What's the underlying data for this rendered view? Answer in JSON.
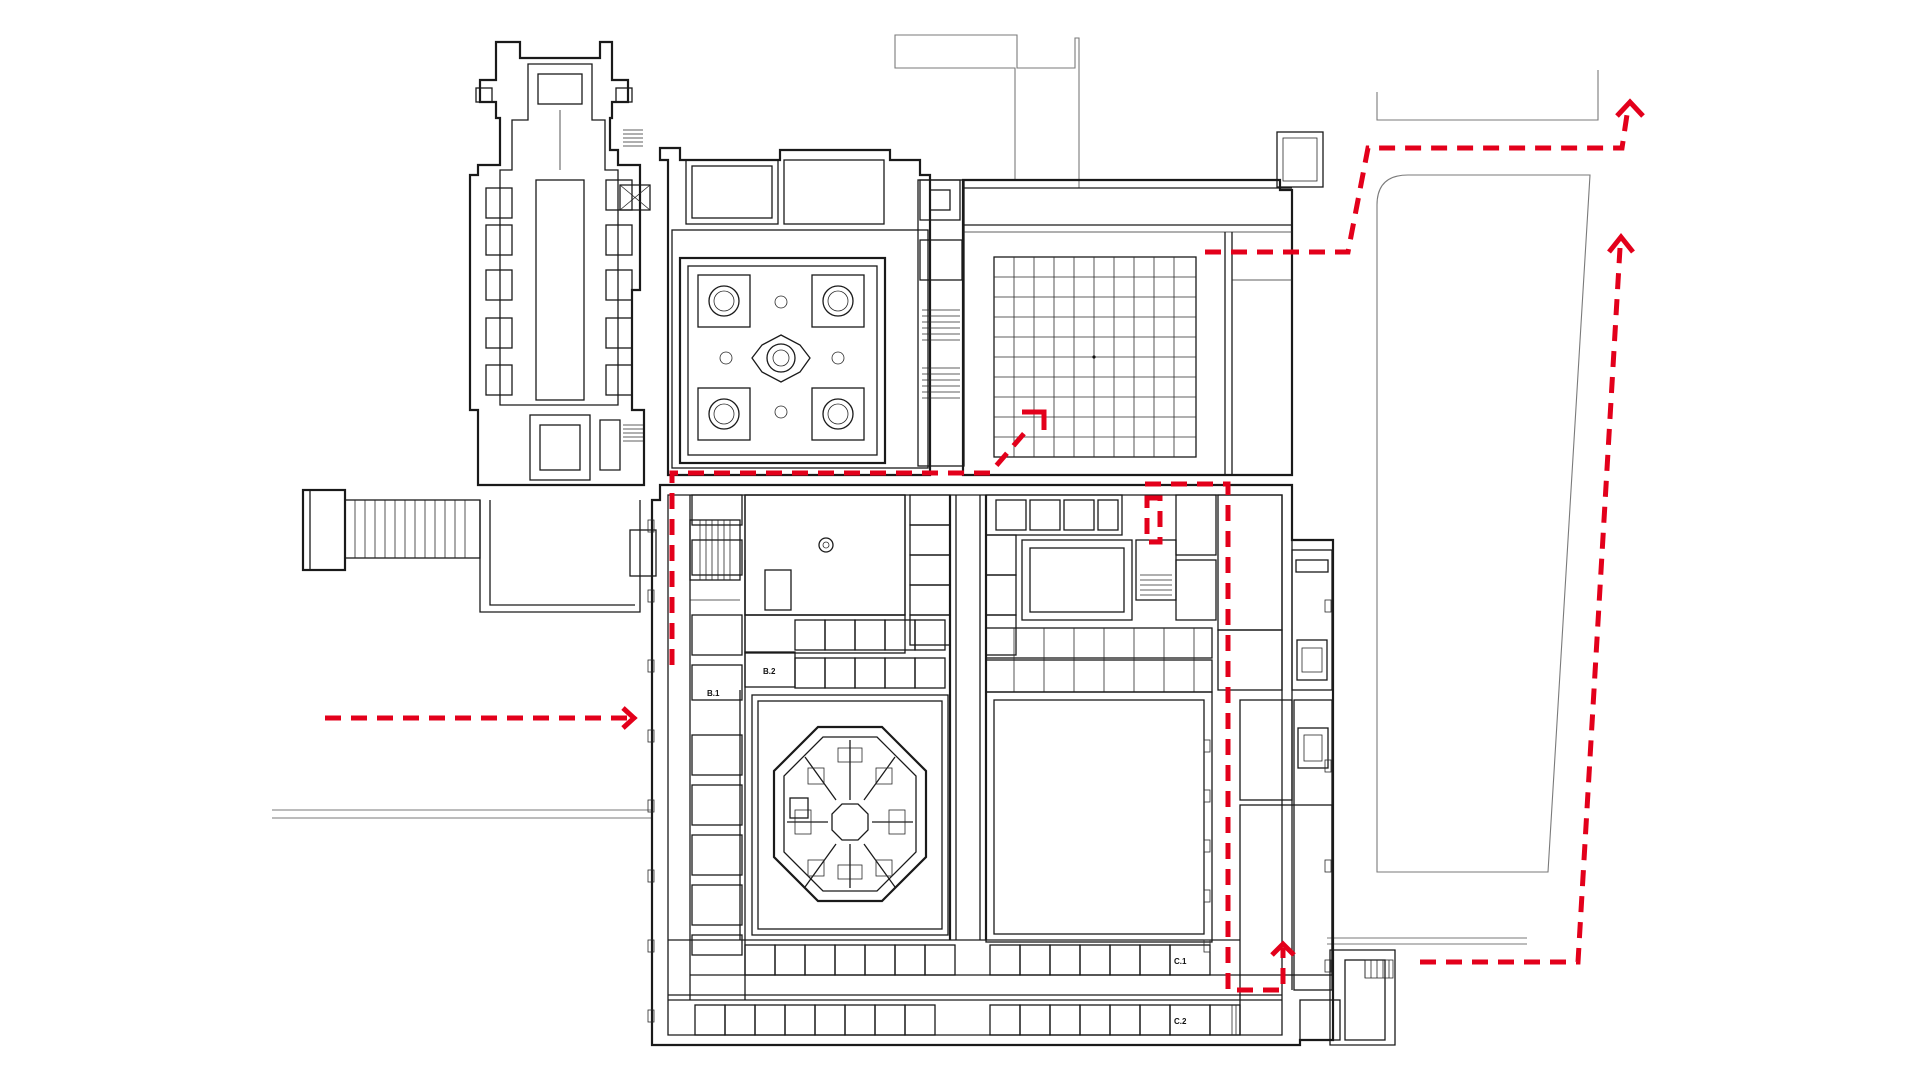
{
  "diagram": {
    "type": "architectural-floor-plan",
    "colors": {
      "linework": "#1a1a1a",
      "route": "#e3001b",
      "background": "#ffffff"
    },
    "room_labels": [
      "B.1",
      "B.2",
      "C.1",
      "C.2"
    ]
  }
}
